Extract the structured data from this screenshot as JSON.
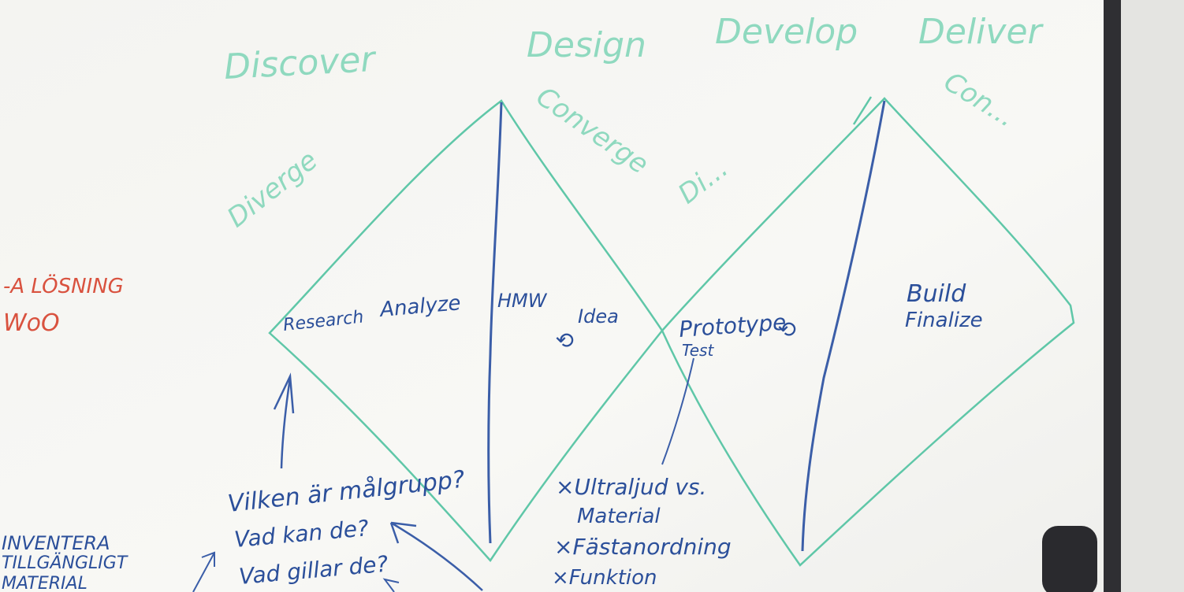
{
  "phases": [
    "Discover",
    "Design",
    "Develop",
    "Deliver"
  ],
  "modes": {
    "diverge_1": "Diverge",
    "converge_1": "Converge",
    "diverge_2": "Di...",
    "converge_2": "Con..."
  },
  "diamond1": {
    "research": "Research",
    "analyze": "Analyze",
    "hmw": "HMW",
    "idea": "Idea",
    "idea_cycle": "⟲"
  },
  "diamond2": {
    "prototype": "Prototype",
    "prototype_cycle": "⟲",
    "test": "Test",
    "build": "Build",
    "finalize": "Finalize"
  },
  "left_notes": {
    "red_line1": "-A LÖSNING",
    "red_line2": "WoO",
    "blue_lines": [
      "INVENTERA",
      "TILLGÄNGLIGT",
      "MATERIAL"
    ]
  },
  "questions": [
    "Vilken är målgrupp?",
    "Vad kan de?",
    "Vad gillar de?"
  ],
  "test_notes": [
    "×Ultraljud vs.",
    "Material",
    "×Fästanordning",
    "×Funktion"
  ],
  "colors": {
    "board": "#f7f7f4",
    "green_marker": "#8fd9bf",
    "diamond_line": "#5fc7a8",
    "blue_marker": "#2b4f9a",
    "red_marker": "#d9523f",
    "frame": "#2f2f33"
  }
}
